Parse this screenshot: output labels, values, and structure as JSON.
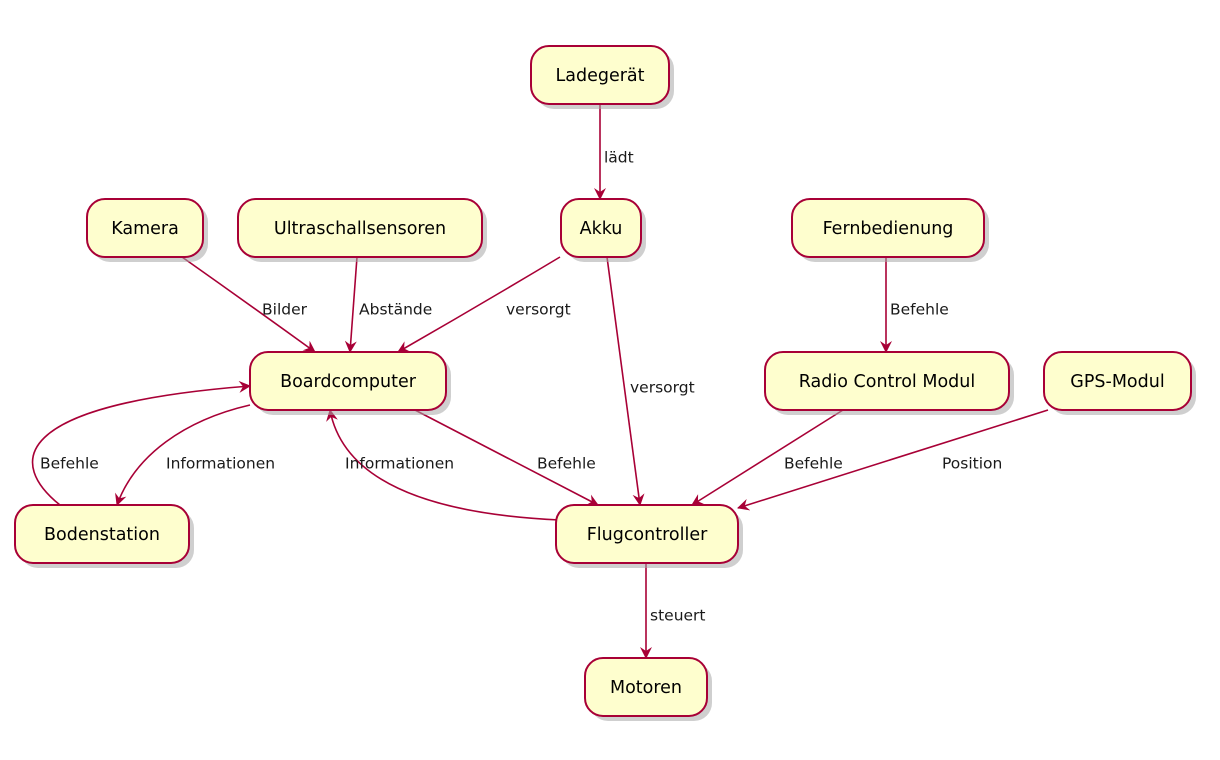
{
  "colors": {
    "node_fill": "#FEFECE",
    "node_border": "#A80036",
    "edge": "#A80036"
  },
  "nodes": {
    "ladegeraet": "Ladegerät",
    "kamera": "Kamera",
    "ultraschall": "Ultraschallsensoren",
    "akku": "Akku",
    "fernbedienung": "Fernbedienung",
    "boardcomputer": "Boardcomputer",
    "radio": "Radio Control Modul",
    "gps": "GPS-Modul",
    "bodenstation": "Bodenstation",
    "flugcontroller": "Flugcontroller",
    "motoren": "Motoren"
  },
  "edges": [
    {
      "from": "ladegeraet",
      "to": "akku",
      "label": "lädt"
    },
    {
      "from": "kamera",
      "to": "boardcomputer",
      "label": "Bilder"
    },
    {
      "from": "ultraschall",
      "to": "boardcomputer",
      "label": "Abstände"
    },
    {
      "from": "akku",
      "to": "boardcomputer",
      "label": "versorgt"
    },
    {
      "from": "akku",
      "to": "flugcontroller",
      "label": "versorgt"
    },
    {
      "from": "fernbedienung",
      "to": "radio",
      "label": "Befehle"
    },
    {
      "from": "bodenstation",
      "to": "boardcomputer",
      "label": "Befehle"
    },
    {
      "from": "boardcomputer",
      "to": "bodenstation",
      "label": "Informationen"
    },
    {
      "from": "flugcontroller",
      "to": "boardcomputer",
      "label": "Informationen"
    },
    {
      "from": "boardcomputer",
      "to": "flugcontroller",
      "label": "Befehle"
    },
    {
      "from": "radio",
      "to": "flugcontroller",
      "label": "Befehle"
    },
    {
      "from": "gps",
      "to": "flugcontroller",
      "label": "Position"
    },
    {
      "from": "flugcontroller",
      "to": "motoren",
      "label": "steuert"
    }
  ]
}
